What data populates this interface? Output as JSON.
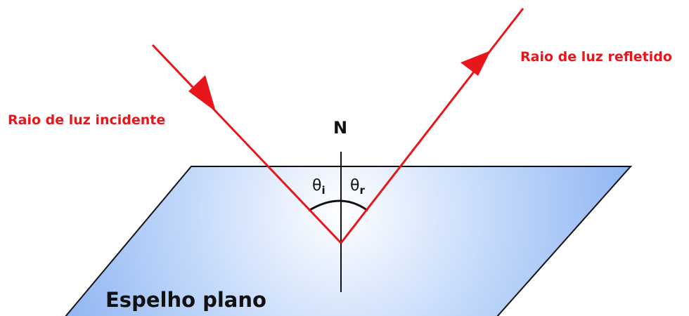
{
  "labels": {
    "incident_ray": "Raio de luz incidente",
    "reflected_ray": "Raio de luz refletido",
    "normal": "N",
    "theta_symbol": "θ",
    "incidence_subscript": "i",
    "reflection_subscript": "r",
    "mirror": "Espelho plano"
  },
  "colors": {
    "ray": "#e8151b",
    "mirror_center": "#ffffff",
    "mirror_edge": "#8db4f2",
    "outline": "#111111"
  }
}
